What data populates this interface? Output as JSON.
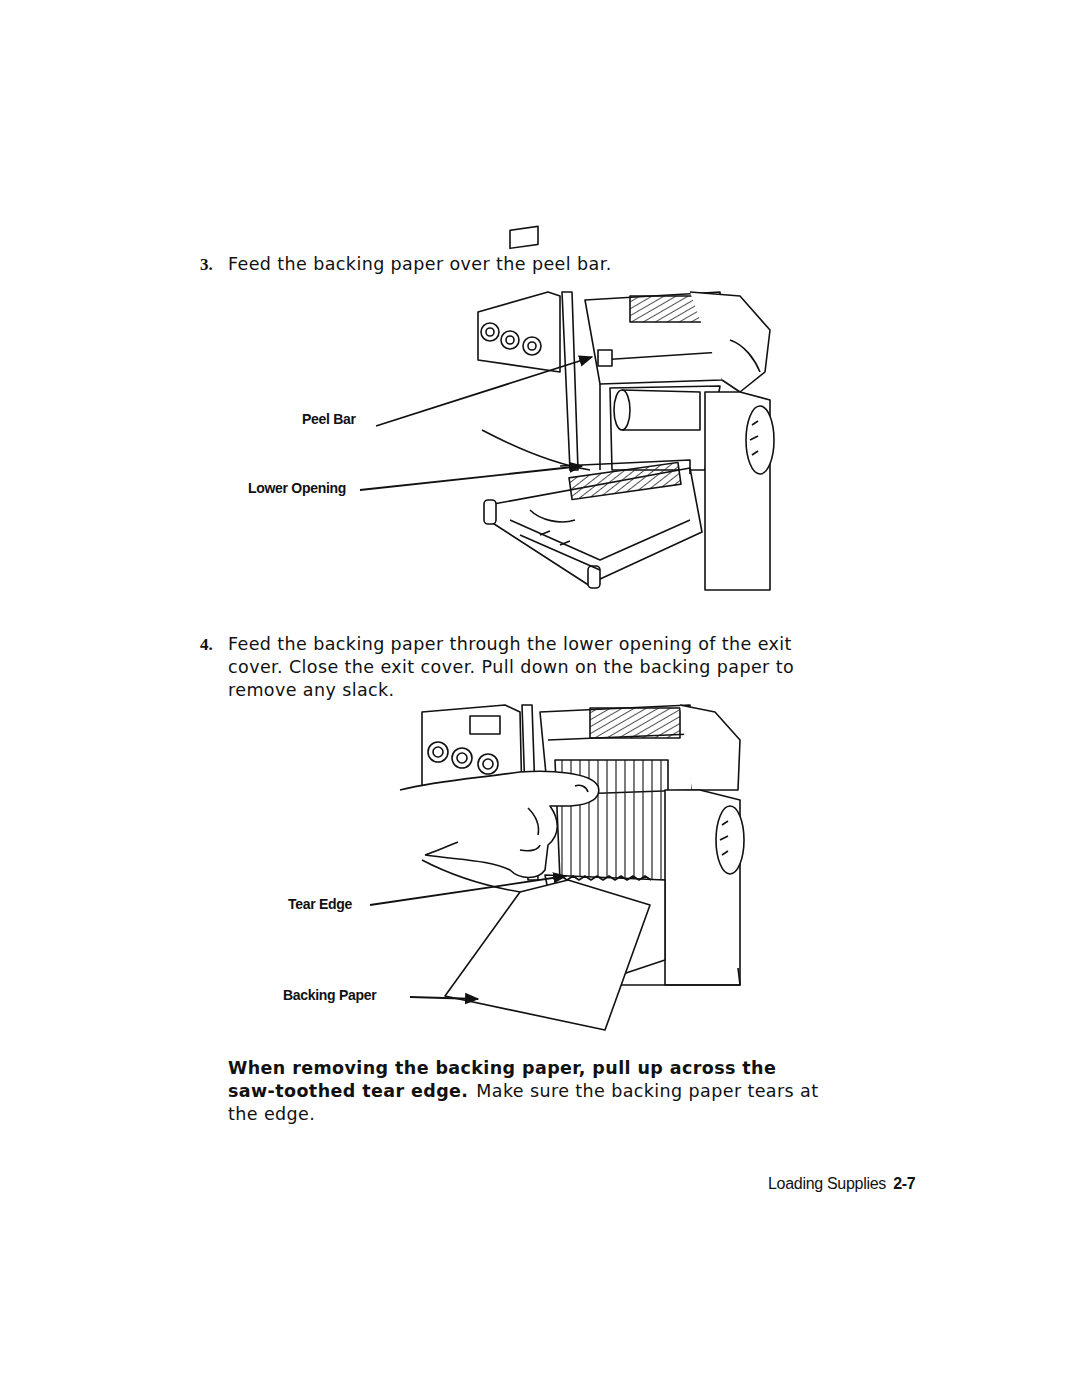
{
  "diagram": {
    "labels": [
      "3.",
      "Feed the backing paper over the peel bar.",
      "Peel Bar",
      "Lower Opening",
      "4.",
      "Feed the backing paper through the lower opening of the exit cover. Close the exit cover. Pull down on the backing paper to remove any slack.",
      "Tear Edge",
      "Backing Paper",
      "When removing the backing paper, pull up across the saw-toothed tear edge.",
      "Make sure the backing paper tears at the edge.",
      "Loading Supplies",
      "2-7"
    ]
  }
}
